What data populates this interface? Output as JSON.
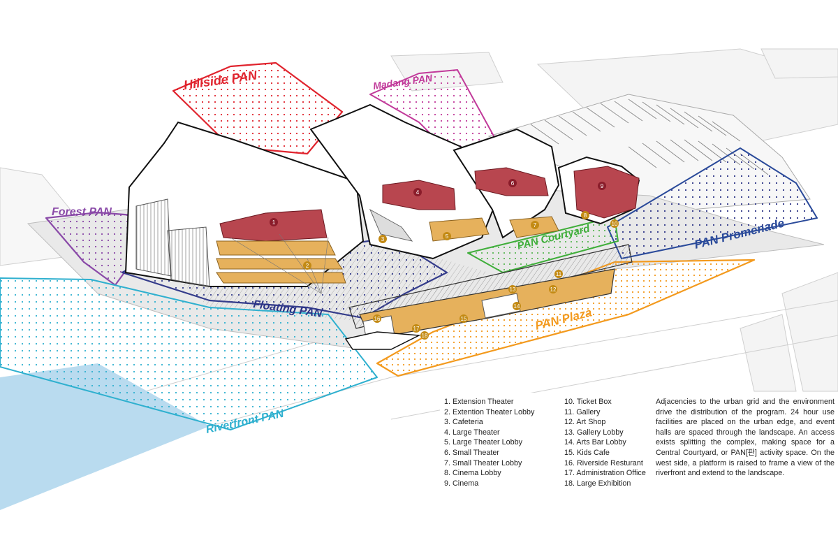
{
  "zones": {
    "hillside": "Hillside PAN",
    "madang": "Madang PAN",
    "forest": "Forest PAN",
    "floating": "Floating PAN",
    "courtyard": "PAN Courtyard",
    "promenade": "PAN Promenade",
    "plaza": "PAN Plaza",
    "riverfront": "Riverfront PAN"
  },
  "zone_colors": {
    "hillside": "#e0242e",
    "madang": "#c13a9a",
    "forest": "#8a4aa8",
    "floating": "#2b3386",
    "courtyard": "#3fae3a",
    "promenade": "#2a4a9a",
    "plaza": "#f39a1e",
    "riverfront": "#2fb0cf"
  },
  "program_list": {
    "col1": [
      "1. Extension Theater",
      "2. Extention Theater Lobby",
      "3. Cafeteria",
      "4. Large Theater",
      "5. Large Theater Lobby",
      "6. Small Theater",
      "7. Small Theater Lobby",
      "8. Cinema Lobby",
      "9. Cinema"
    ],
    "col2": [
      "10. Ticket Box",
      "11. Gallery",
      "12. Art Shop",
      "13. Gallery Lobby",
      "14. Arts Bar Lobby",
      "15. Kids Cafe",
      "16. Riverside Resturant",
      "17. Administration Office",
      "18. Large Exhibition"
    ]
  },
  "description": "Adjacencies to the urban grid and the environment drive the distribution of the program. 24 hour use facilities are placed on the urban edge, and event halls are spaced through the landscape. An access exists splitting the complex, making space for a Central Courtyard, or PAN[판] activity space. On the west side, a platform is raised to frame a view of the riverfront and extend to the landscape.",
  "markers": [
    "1",
    "2",
    "3",
    "4",
    "5",
    "6",
    "7",
    "8",
    "9",
    "10",
    "11",
    "12",
    "13",
    "14",
    "15",
    "16",
    "17",
    "18"
  ]
}
